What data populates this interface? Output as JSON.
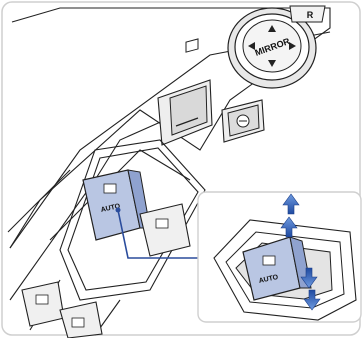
{
  "mirror_control": {
    "label": "MIRROR",
    "corner_label": "R"
  },
  "main_switch": {
    "label": "AUTO"
  },
  "inset": {
    "switch_label": "AUTO"
  },
  "colors": {
    "panel_fill": "#ffffff",
    "line": "#222222",
    "shadow": "#d6d6d6",
    "highlight_switch": "#b9c6e3",
    "leader_line": "#2a4c9c",
    "arrow_blue": "#2f63b8",
    "border": "#cfcfcf"
  }
}
